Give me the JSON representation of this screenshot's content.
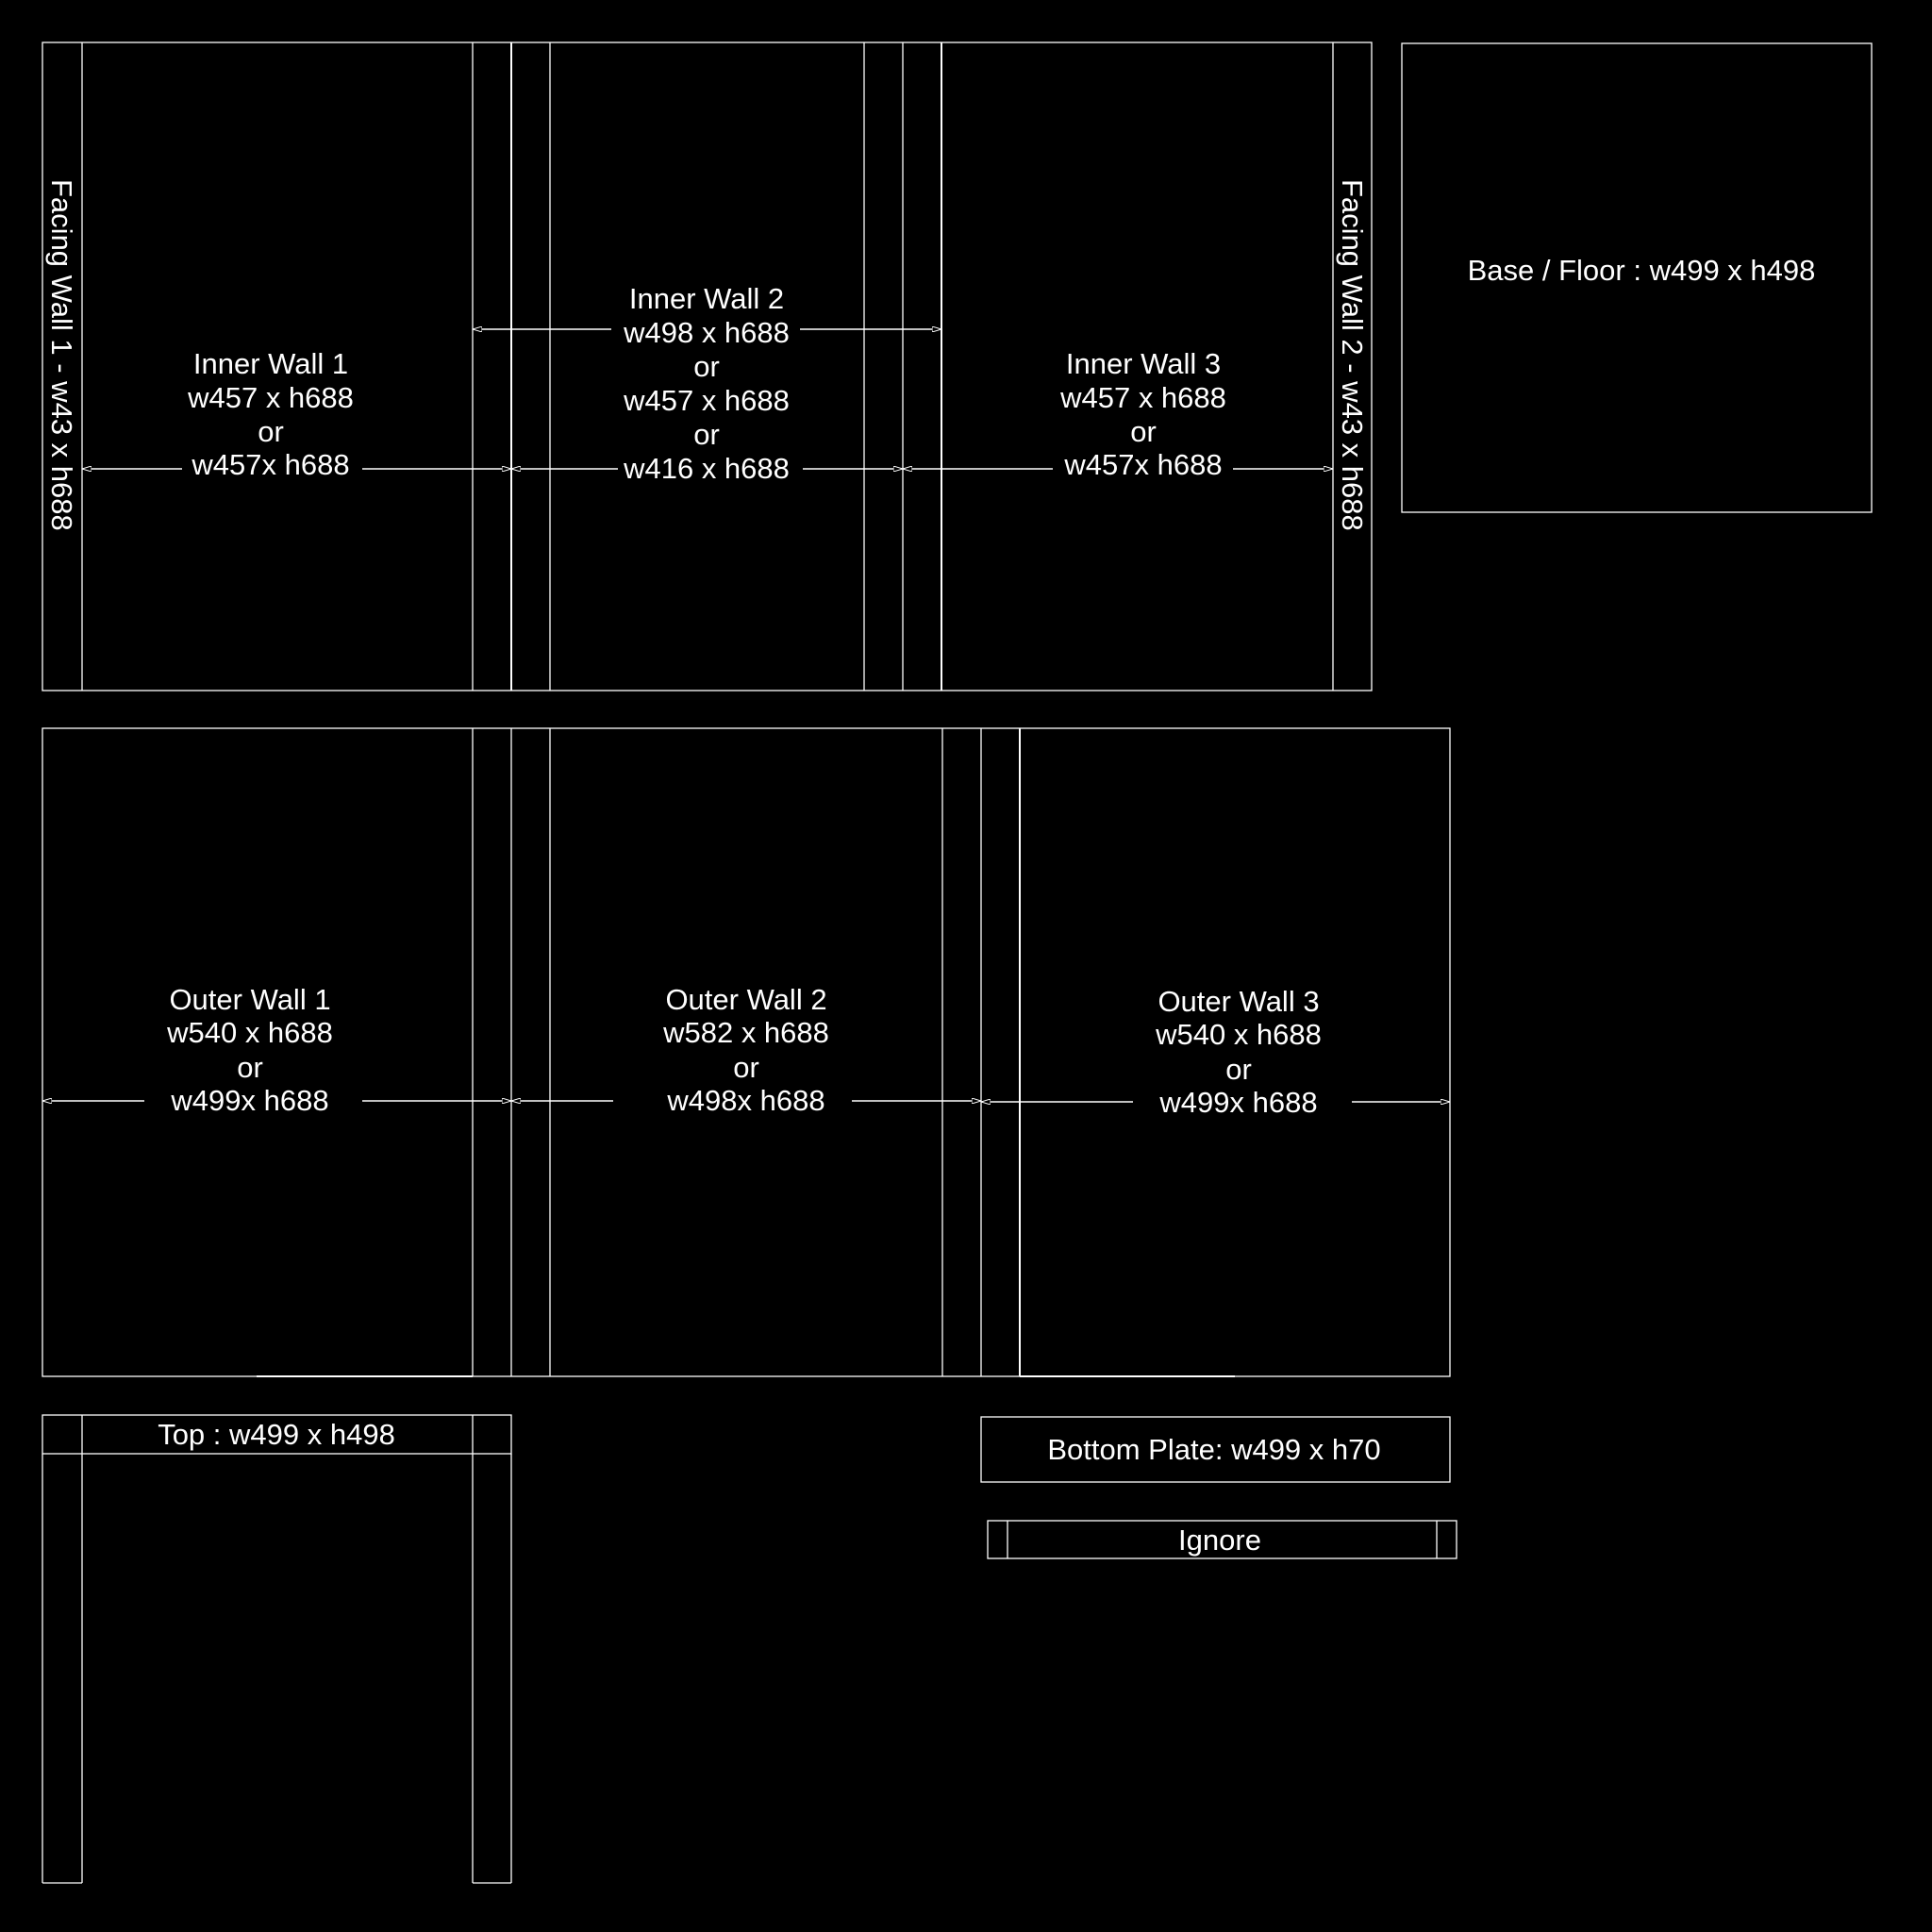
{
  "colors": {
    "background": "#000000",
    "line": "#ffffff",
    "text": "#ffffff"
  },
  "facing_wall_1": {
    "label": "Facing Wall 1 - w43 x h688"
  },
  "facing_wall_2": {
    "label": "Facing Wall 2 - w43 x h688"
  },
  "inner_wall_1": {
    "title": "Inner Wall 1",
    "size": "w457 x h688",
    "or": "or",
    "alt_size": "w457x h688"
  },
  "inner_wall_2": {
    "title": "Inner Wall 2",
    "size": "w498 x h688",
    "or_1": "or",
    "alt_size_1": "w457 x h688",
    "or_2": "or",
    "alt_size_2": "w416 x h688"
  },
  "inner_wall_3": {
    "title": "Inner Wall 3",
    "size": "w457 x h688",
    "or": "or",
    "alt_size": "w457x h688"
  },
  "base_floor": {
    "label": "Base / Floor : w499 x h498"
  },
  "outer_wall_1": {
    "title": "Outer Wall 1",
    "size": "w540 x h688",
    "or": "or",
    "alt_size": "w499x h688"
  },
  "outer_wall_2": {
    "title": "Outer Wall 2",
    "size": "w582 x h688",
    "or": "or",
    "alt_size": "w498x h688"
  },
  "outer_wall_3": {
    "title": "Outer Wall 3",
    "size": "w540 x h688",
    "or": "or",
    "alt_size": "w499x h688"
  },
  "top": {
    "label": "Top : w499 x h498"
  },
  "bottom_plate": {
    "label": "Bottom Plate: w499 x h70"
  },
  "ignore": {
    "label": "Ignore"
  }
}
